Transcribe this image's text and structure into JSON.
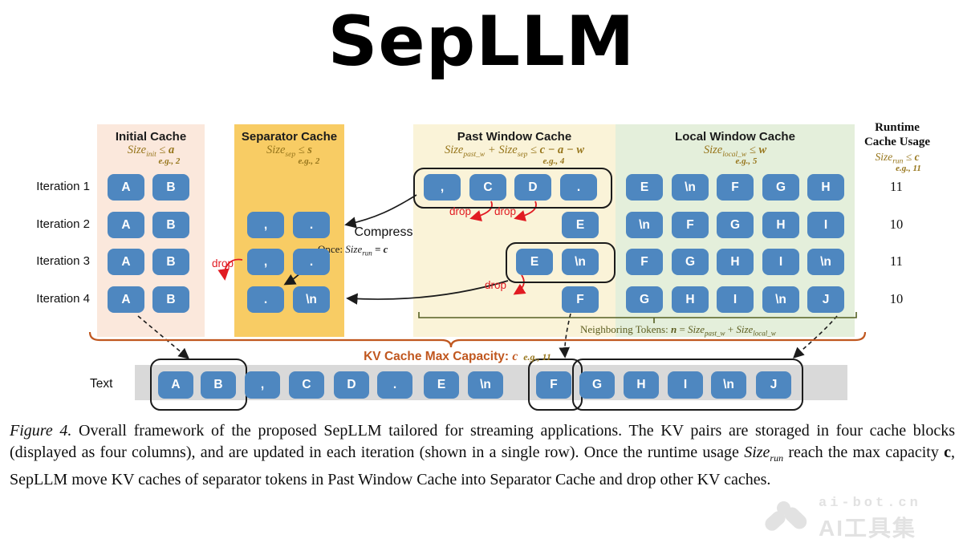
{
  "title": "SepLLM",
  "columns": {
    "initial": {
      "title": "Initial Cache",
      "f_size": "Size",
      "f_sub": "init",
      "f_op": " ≤ ",
      "f_var": "a",
      "eg": "e.g., 2"
    },
    "separator": {
      "title": "Separator Cache",
      "f_size": "Size",
      "f_sub": "sep",
      "f_op": " ≤ ",
      "f_var": "s",
      "eg": "e.g., 2"
    },
    "past": {
      "title": "Past Window Cache",
      "f_size1": "Size",
      "f_sub1": "past_w",
      "f_plus": " + ",
      "f_size2": "Size",
      "f_sub2": "sep",
      "f_op": " ≤ ",
      "f_var": "c − a − w",
      "eg": "e.g., 4"
    },
    "local": {
      "title": "Local Window Cache",
      "f_size": "Size",
      "f_sub": "local_w",
      "f_op": " ≤ ",
      "f_var": "w",
      "eg": "e.g., 5"
    },
    "runtime": {
      "title_line1": "Runtime",
      "title_line2": "Cache Usage",
      "f_size": "Size",
      "f_sub": "run",
      "f_op": " ≤ ",
      "f_var": "c",
      "eg": "e.g., 11"
    }
  },
  "rows": [
    {
      "label": "Iteration 1",
      "initial": [
        "A",
        "B"
      ],
      "separator": [],
      "past": [
        ",",
        "C",
        "D",
        "."
      ],
      "local": [
        "E",
        "\\n",
        "F",
        "G",
        "H"
      ],
      "runtime": "11"
    },
    {
      "label": "Iteration 2",
      "initial": [
        "A",
        "B"
      ],
      "separator": [
        ",",
        "."
      ],
      "past": [
        "E"
      ],
      "local": [
        "\\n",
        "F",
        "G",
        "H",
        "I"
      ],
      "runtime": "10"
    },
    {
      "label": "Iteration 3",
      "initial": [
        "A",
        "B"
      ],
      "separator": [
        ",",
        "."
      ],
      "past": [
        "E",
        "\\n"
      ],
      "local": [
        "F",
        "G",
        "H",
        "I",
        "\\n"
      ],
      "runtime": "11"
    },
    {
      "label": "Iteration 4",
      "initial": [
        "A",
        "B"
      ],
      "separator": [
        ".",
        "\\n"
      ],
      "past": [
        "F"
      ],
      "local": [
        "G",
        "H",
        "I",
        "\\n",
        "J"
      ],
      "runtime": "10"
    }
  ],
  "annotations": {
    "compress": "Compress",
    "once_prefix": "Once: ",
    "once_size": "Size",
    "once_sub": "run",
    "once_rel": " = c",
    "drop": "drop",
    "neighboring_prefix": "Neighboring Tokens: ",
    "neighboring_n": "n",
    "neighboring_eq": " = ",
    "nb_size1": "Size",
    "nb_sub1": "past_w",
    "nb_plus": " + ",
    "nb_size2": "Size",
    "nb_sub2": "local_w",
    "kv_label": "KV Cache Max Capacity: ",
    "kv_c": "c",
    "kv_eg": "e.g., 11"
  },
  "text_row": {
    "label": "Text",
    "tokens": [
      "A",
      "B",
      ",",
      "C",
      "D",
      ".",
      "E",
      "\\n",
      "F",
      "G",
      "H",
      "I",
      "\\n",
      "J"
    ]
  },
  "caption": {
    "fig": "Figure 4.",
    "part1": " Overall framework of the proposed SepLLM tailored for streaming applications.  The KV pairs are storaged in four cache blocks (displayed as four columns), and are updated in each iteration (shown in a single row).  Once the runtime usage ",
    "size": "Size",
    "size_sub": "run",
    "part2": " reach the max capacity ",
    "c": "c",
    "part3": ", SepLLM move KV caches of separator tokens in Past Window Cache into Separator Cache and drop other KV caches."
  },
  "watermark": {
    "line1": "ai-bot.cn",
    "line2": "AI工具集"
  },
  "colors": {
    "token_blue": "#4e87c0",
    "initial_bg": "#fbe8dc",
    "separator_bg": "#f8cc64",
    "past_bg": "#faf3d8",
    "local_bg": "#e4efdb",
    "gold": "#97761c",
    "orange": "#c0571f",
    "olive": "#5d5e20",
    "red": "#e11b22",
    "band_gray": "#d9d9d9"
  }
}
